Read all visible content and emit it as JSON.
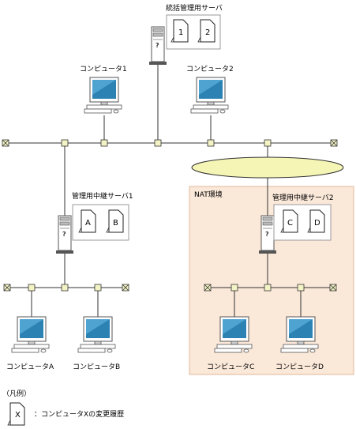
{
  "servers": {
    "top": {
      "label": "統括管理用サーバ",
      "docs": [
        "1",
        "2"
      ]
    },
    "relay1": {
      "label": "管理用中継サーバ1",
      "docs": [
        "A",
        "B"
      ]
    },
    "relay2": {
      "label": "管理用中継サーバ2",
      "docs": [
        "C",
        "D"
      ]
    }
  },
  "computers": {
    "c1": "コンピュータ1",
    "c2": "コンピュータ2",
    "ca": "コンピュータA",
    "cb": "コンピュータB",
    "cc": "コンピュータC",
    "cd": "コンピュータD"
  },
  "nat": {
    "label": "NAT環境"
  },
  "legend": {
    "title": "（凡例）",
    "doc_symbol": "X",
    "description": "：コンピュータXの変更履歴"
  },
  "colors": {
    "nat_fill": "#FAE8D9",
    "nat_border": "#E2B99A",
    "ellipse_fill": "#F5F5B5",
    "node_fill": "#F3F3C6",
    "screen": "#2B82B3"
  }
}
